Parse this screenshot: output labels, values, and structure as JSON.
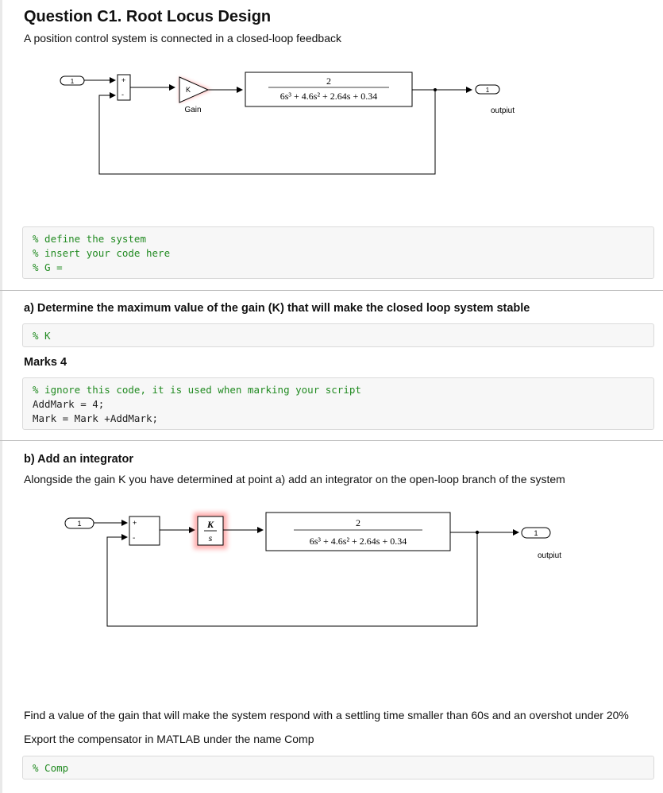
{
  "title": "Question C1. Root Locus Design",
  "intro": "A position control system is connected in a closed-loop feedback",
  "diagram1": {
    "input_port": "1",
    "sum_plus": "+",
    "sum_minus": "-",
    "gain_symbol": "K",
    "gain_label": "Gain",
    "tf_numerator": "2",
    "tf_denominator": "6s³ + 4.6s² + 2.64s + 0.34",
    "output_port": "1",
    "output_label": "outpiut"
  },
  "code1": {
    "lines": [
      "% define the system",
      "% insert your code here",
      "% G ="
    ]
  },
  "part_a": {
    "heading": "a) Determine the maximum value of the gain (K) that will make the closed loop system stable",
    "code": "% K",
    "marks": "Marks 4",
    "marking_code": {
      "comment": "% ignore this code, it is used when marking your script",
      "line2": "AddMark = 4;",
      "line3": "Mark = Mark +AddMark;"
    }
  },
  "part_b": {
    "heading": "b) Add an integrator",
    "description": "Alongside the gain K you have determined at point a) add an integrator on the open-loop branch of the system",
    "diagram2": {
      "input_port": "1",
      "sum_plus": "+",
      "sum_minus": "-",
      "integrator_numerator": "K",
      "integrator_denominator": "s",
      "tf_numerator": "2",
      "tf_denominator": "6s³ + 4.6s² + 2.64s + 0.34",
      "output_port": "1",
      "output_label": "outpiut"
    },
    "task1": "Find a value of the gain that will make the system respond with a settling time smaller than 60s and an overshot under 20%",
    "task2": "Export the compensator in MATLAB under the name Comp",
    "code": "% Comp"
  },
  "colors": {
    "comment_green": "#228b22",
    "highlight_red": "#ff4d4d"
  }
}
